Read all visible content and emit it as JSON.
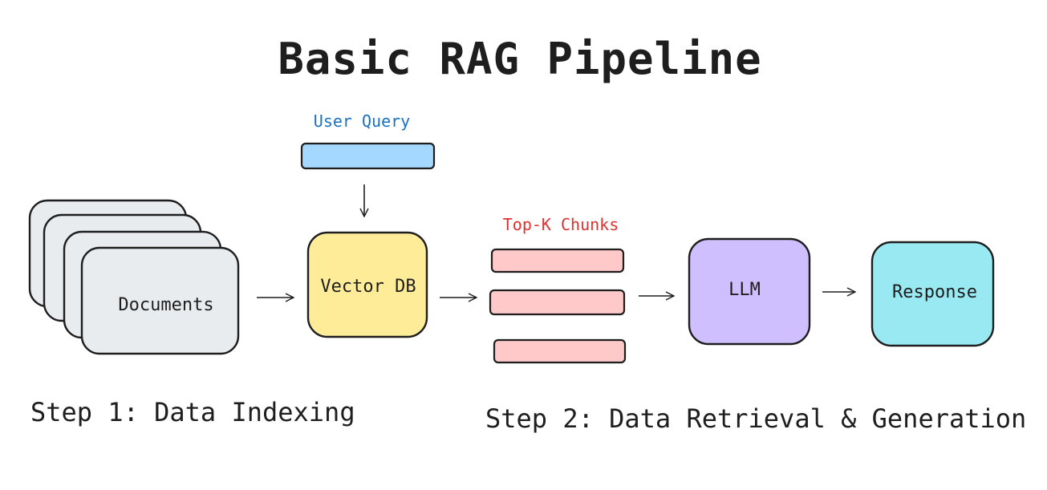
{
  "title": "Basic RAG Pipeline",
  "user_query_label": "User Query",
  "topk_label": "Top-K Chunks",
  "nodes": {
    "documents": "Documents",
    "vector_db": "Vector DB",
    "llm": "LLM",
    "response": "Response"
  },
  "steps": {
    "step1": "Step 1: Data Indexing",
    "step2": "Step 2: Data Retrieval & Generation"
  },
  "colors": {
    "stroke": "#1e1e1e",
    "documents_fill": "#e9ecef",
    "query_fill": "#a5d8ff",
    "query_text": "#1971c2",
    "vector_fill": "#ffec99",
    "chunk_fill": "#ffc9c9",
    "chunk_text": "#e03131",
    "llm_fill": "#d0bfff",
    "response_fill": "#99e9f2"
  }
}
